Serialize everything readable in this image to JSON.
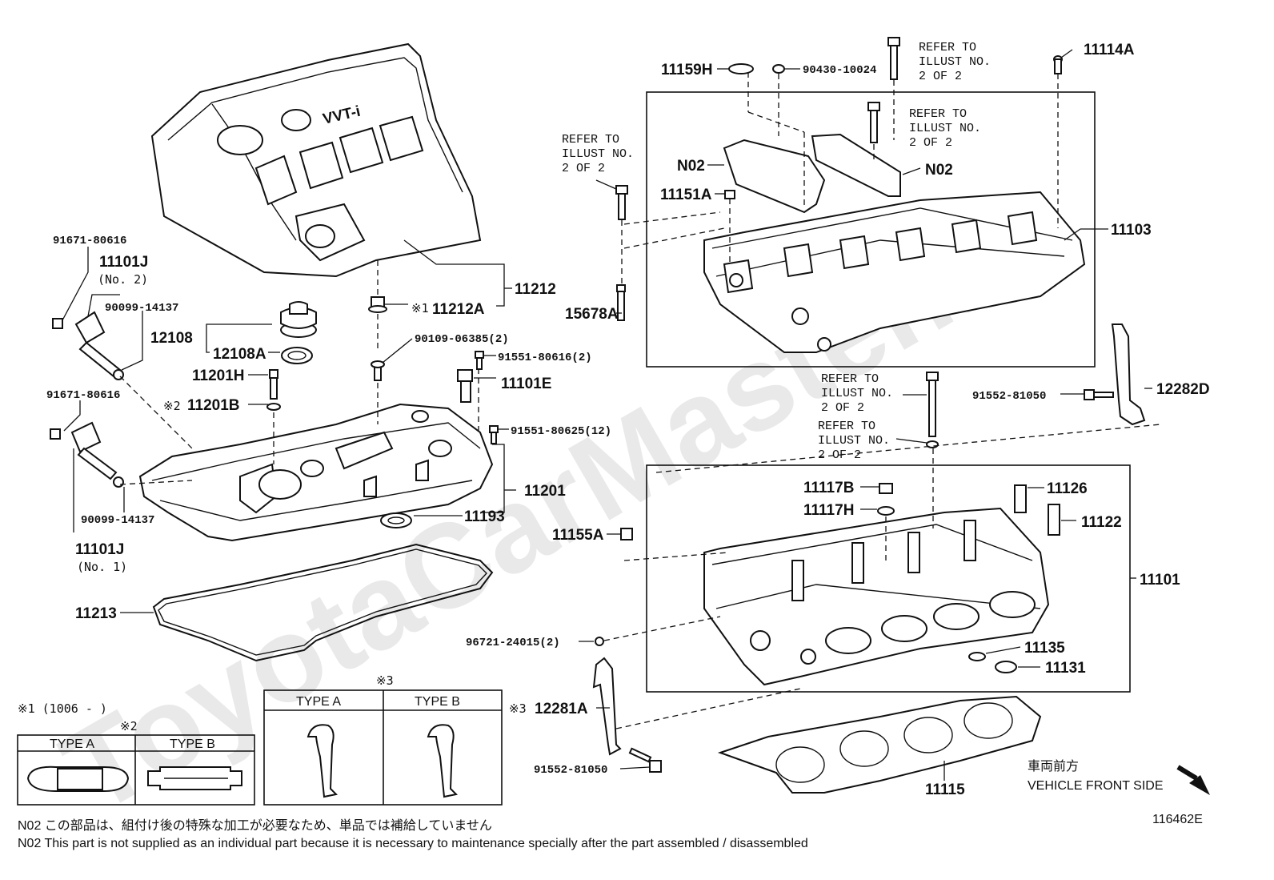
{
  "parts": {
    "p11212": "11212",
    "p11212A": "11212A",
    "p11212A_mark": "※1",
    "p12108": "12108",
    "p12108A": "12108A",
    "p11201H": "11201H",
    "p11201B": "11201B",
    "p11201B_mark": "※2",
    "p11201": "11201",
    "p11193": "11193",
    "p11213": "11213",
    "p11101E": "11101E",
    "p91551_80616": "91551-80616(2)",
    "p91551_80625": "91551-80625(12)",
    "p90109_06385": "90109-06385(2)",
    "p91671_80616_a": "91671-80616",
    "p91671_80616_b": "91671-80616",
    "p11101J_a": "11101J",
    "p11101J_a_sub": "(No. 2)",
    "p11101J_b": "11101J",
    "p11101J_b_sub": "(No. 1)",
    "p90099_14137_a": "90099-14137",
    "p90099_14137_b": "90099-14137",
    "p11159H": "11159H",
    "p90430_10024": "90430-10024",
    "p11114A": "11114A",
    "pN02_a": "N02",
    "pN02_b": "N02",
    "p11151A": "11151A",
    "p11103": "11103",
    "p15678A": "15678A",
    "p12282D": "12282D",
    "p91552_81050_a": "91552-81050",
    "p91552_81050_b": "91552-81050",
    "p11117B": "11117B",
    "p11117H": "11117H",
    "p11126": "11126",
    "p11122": "11122",
    "p11155A": "11155A",
    "p11101": "11101",
    "p96721_24015": "96721-24015(2)",
    "p11135": "11135",
    "p11131": "11131",
    "p12281A": "12281A",
    "p12281A_mark": "※3",
    "p11115": "11115"
  },
  "refer_notes": {
    "line1": "REFER TO",
    "line2": "ILLUST NO.",
    "line3": "2 OF 2"
  },
  "legend": {
    "note1": "※1 (1006 -      )",
    "mark2": "※2",
    "mark3": "※3",
    "typeA": "TYPE A",
    "typeB": "TYPE B"
  },
  "cover_logo": "VVT-i",
  "direction": {
    "jp": "車両前方",
    "en": "VEHICLE FRONT SIDE"
  },
  "diagram_id": "116462E",
  "footnotes": {
    "jp": "N02  この部品は、組付け後の特殊な加工が必要なため、単品では補給していません",
    "en": "N02  This part is not supplied as an individual part  because it is necessary to maintenance specially after the part assembled / disassembled"
  },
  "watermark": "ToyotaCarMaster.ru"
}
